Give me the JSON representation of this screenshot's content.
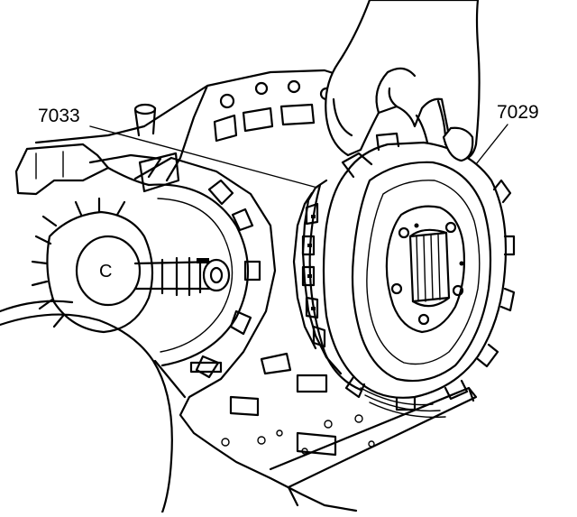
{
  "diagram": {
    "callouts": [
      {
        "id": "part-a",
        "text": "7033"
      },
      {
        "id": "part-b",
        "text": "7029"
      }
    ],
    "component_letter": "C"
  }
}
